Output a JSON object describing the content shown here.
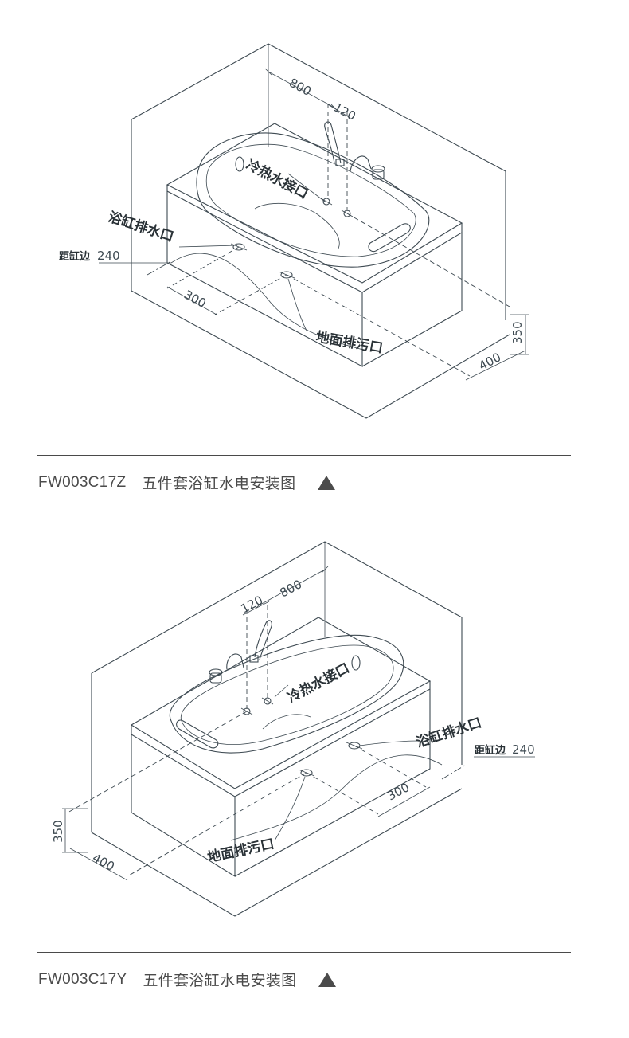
{
  "figures": [
    {
      "model": "FW003C17Z",
      "caption": "五件套浴缸水电安装图",
      "triangle_icon": "up-triangle-icon",
      "labels": {
        "hot_cold": "冷热水接口",
        "tub_drain": "浴缸排水口",
        "floor_drain": "地面排污口",
        "edge_dist": "距缸边"
      },
      "dims": {
        "d800": "800",
        "d120": "120",
        "d240": "240",
        "d300": "300",
        "d350": "350",
        "d400": "400"
      }
    },
    {
      "model": "FW003C17Y",
      "caption": "五件套浴缸水电安装图",
      "triangle_icon": "up-triangle-icon",
      "labels": {
        "hot_cold": "冷热水接口",
        "tub_drain": "浴缸排水口",
        "floor_drain": "地面排污口",
        "edge_dist": "距缸边"
      },
      "dims": {
        "d800": "800",
        "d120": "120",
        "d240": "240",
        "d300": "300",
        "d350": "350",
        "d400": "400"
      }
    }
  ]
}
